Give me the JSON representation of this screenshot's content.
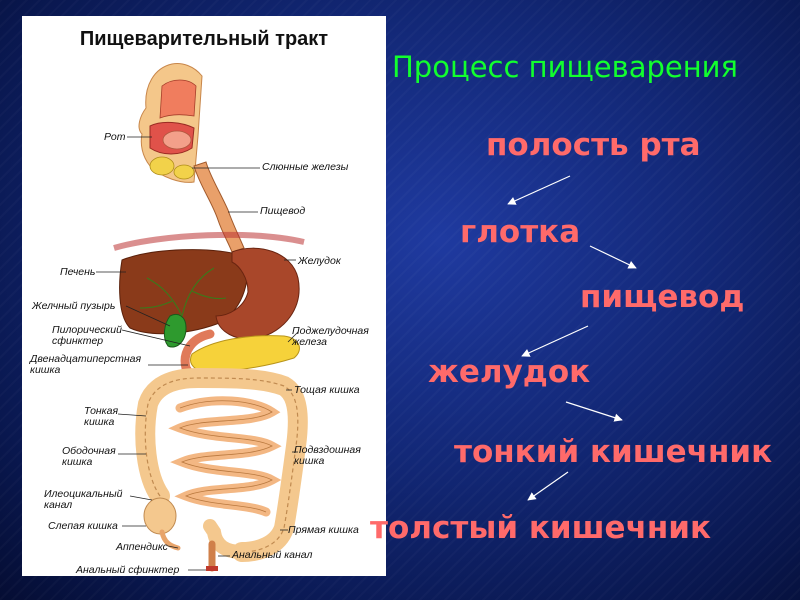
{
  "diagram": {
    "title": "Пищеварительный тракт",
    "labels": {
      "mouth": "Рот",
      "salivary": "Слюнные железы",
      "esophagus": "Пищевод",
      "stomach": "Желудок",
      "liver": "Печень",
      "gallbladder": "Желчный пузырь",
      "pyloric_1": "Пилорический",
      "pyloric_2": "сфинктер",
      "pancreas_1": "Поджелудочная",
      "pancreas_2": "железа",
      "duodenum_1": "Двенадцатиперстная",
      "duodenum_2": "кишка",
      "jejunum": "Тощая кишка",
      "small_1": "Тонкая",
      "small_2": "кишка",
      "colon_1": "Ободочная",
      "colon_2": "кишка",
      "ileum_1": "Подвздошная",
      "ileum_2": "кишка",
      "ileocecal_1": "Илеоцикальный",
      "ileocecal_2": "канал",
      "cecum": "Слепая кишка",
      "rectum": "Прямая кишка",
      "appendix": "Аппендикс",
      "anal_canal": "Анальный канал",
      "anal_sphincter": "Анальный сфинктер"
    }
  },
  "process": {
    "heading": "Процесс пищеварения",
    "steps": [
      "полость рта",
      "глотка",
      "пищевод",
      "желудок",
      "тонкий кишечник",
      "толстый кишечник"
    ]
  },
  "colors": {
    "heading": "#12ff2e",
    "steps": "#ff6a6a",
    "background": "#122775"
  }
}
